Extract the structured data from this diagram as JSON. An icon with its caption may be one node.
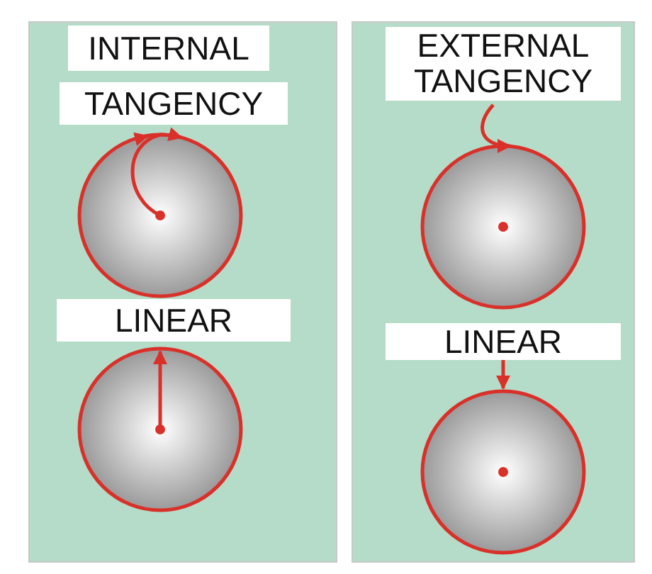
{
  "diagram": {
    "nodes": [
      {
        "text": [
          "INTERNAL"
        ]
      },
      {
        "text": [
          "TANGENCY"
        ]
      },
      {
        "text": [
          "LINEAR"
        ]
      },
      {
        "text": [
          "EXTERNAL TANGENCY"
        ]
      },
      {
        "text": [
          "LINEAR"
        ]
      }
    ],
    "edges": []
  }
}
